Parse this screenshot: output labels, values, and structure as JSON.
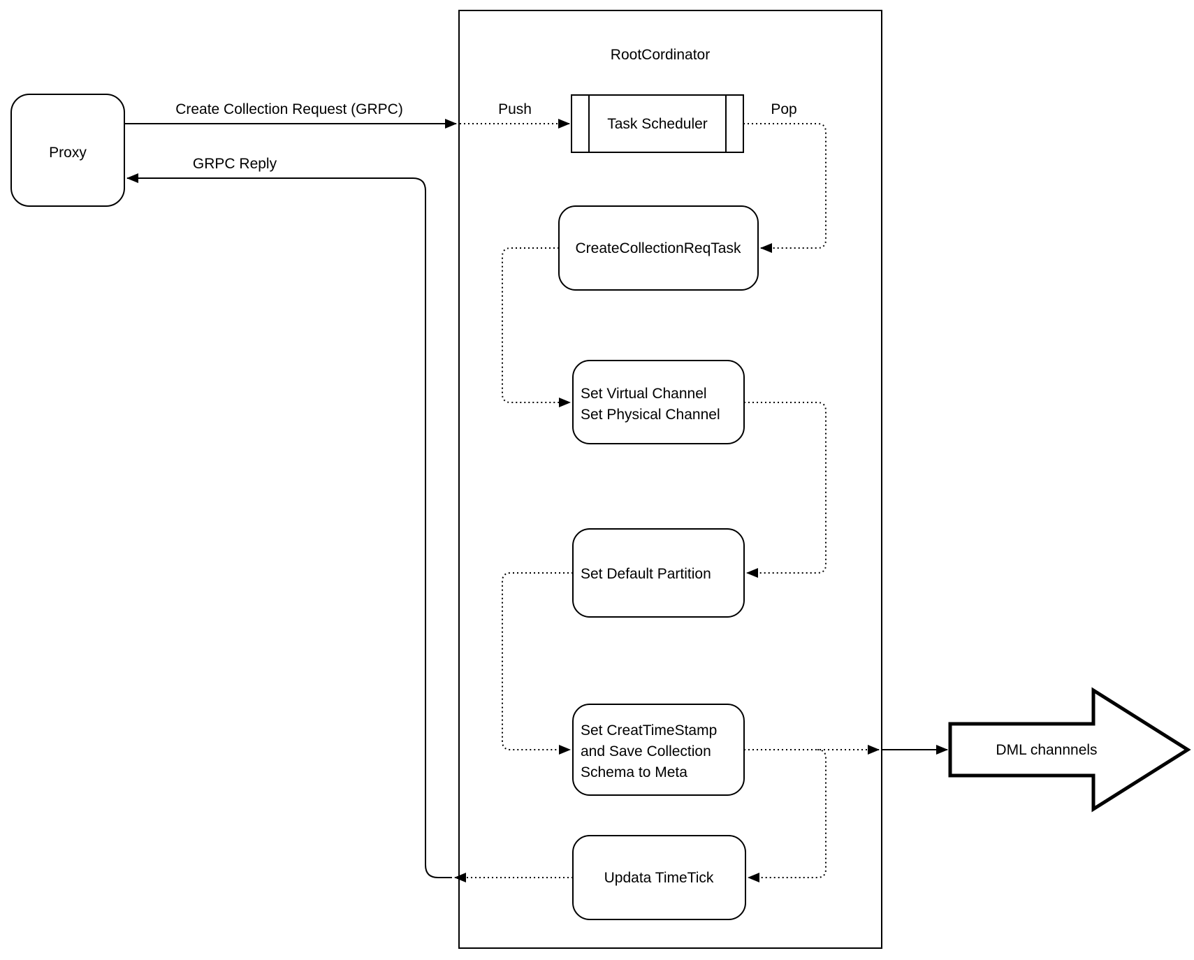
{
  "diagram": {
    "container_title": "RootCordinator",
    "nodes": {
      "proxy": {
        "label": "Proxy"
      },
      "task_scheduler": {
        "label": "Task Scheduler"
      },
      "create_collection_req_task": {
        "label": "CreateCollectionReqTask"
      },
      "set_channel": {
        "lines": [
          "Set Virtual Channel",
          "Set Physical Channel"
        ]
      },
      "set_default_partition": {
        "label": "Set Default Partition"
      },
      "set_creat_timestamp": {
        "lines": [
          "Set CreatTimeStamp",
          "and Save Collection",
          "Schema to Meta"
        ]
      },
      "updata_timetick": {
        "label": "Updata TimeTick"
      },
      "dml_channels": {
        "label": "DML channnels"
      }
    },
    "edges": {
      "create_collection_request": {
        "label": "Create Collection Request (GRPC)"
      },
      "grpc_reply": {
        "label": "GRPC Reply"
      },
      "push": {
        "label": "Push"
      },
      "pop": {
        "label": "Pop"
      }
    },
    "colors": {
      "line": "#000000",
      "background": "#ffffff"
    }
  }
}
